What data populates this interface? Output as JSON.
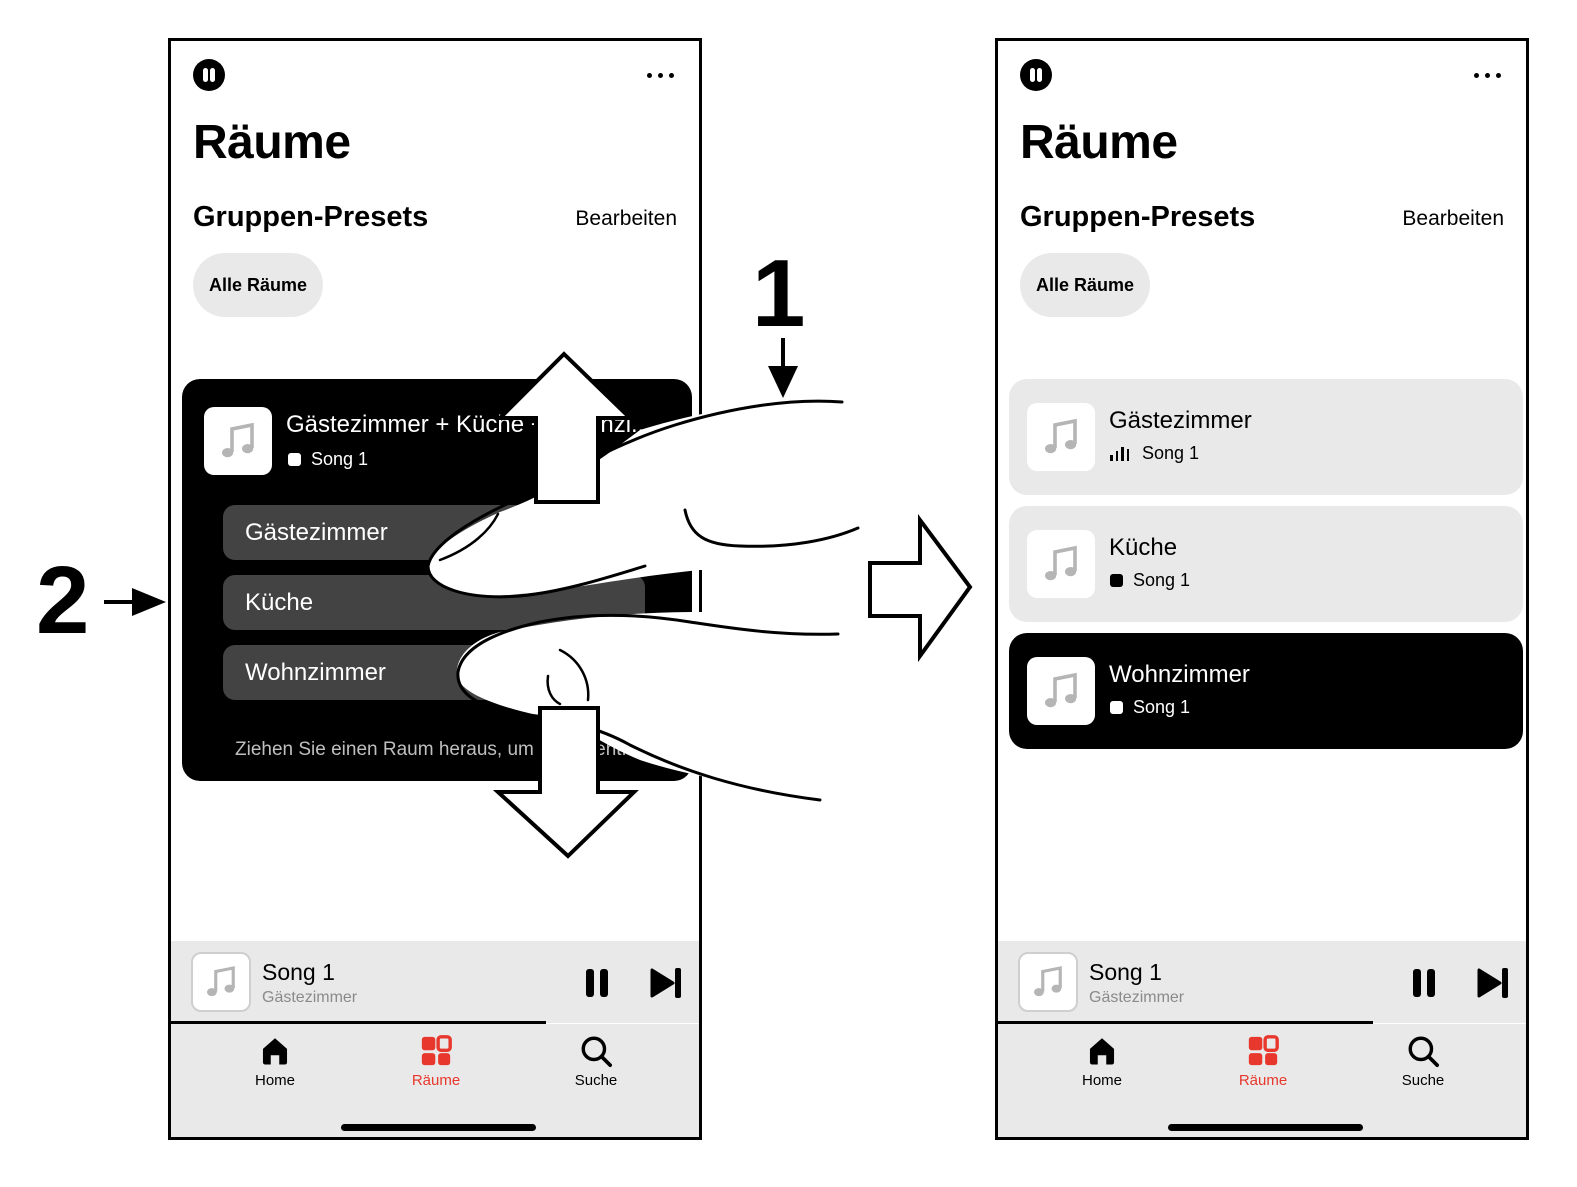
{
  "left_screen": {
    "title": "Räume",
    "section_title": "Gruppen-Presets",
    "edit_label": "Bearbeiten",
    "preset_chip": "Alle Räume",
    "group": {
      "name": "Gästezimmer + Küche + Wohnzi...",
      "status": "Song 1",
      "members": [
        "Gästezimmer",
        "Küche",
        "Wohnzimmer"
      ],
      "hint": "Ziehen Sie einen Raum heraus, um ihn zu entfernen"
    },
    "now_playing": {
      "title": "Song 1",
      "room": "Gästezimmer",
      "progress_fraction": 0.71
    },
    "tabs": [
      {
        "label": "Home",
        "icon": "home-icon"
      },
      {
        "label": "Räume",
        "icon": "rooms-icon",
        "active": true
      },
      {
        "label": "Suche",
        "icon": "search-icon"
      }
    ]
  },
  "right_screen": {
    "title": "Räume",
    "section_title": "Gruppen-Presets",
    "edit_label": "Bearbeiten",
    "preset_chip": "Alle Räume",
    "rooms": [
      {
        "name": "Gästezimmer",
        "status": "Song 1",
        "status_icon": "playing-bars-icon"
      },
      {
        "name": "Küche",
        "status": "Song 1",
        "status_icon": "stop-icon"
      },
      {
        "name": "Wohnzimmer",
        "status": "Song 1",
        "status_icon": "stop-icon",
        "selected": true
      }
    ],
    "now_playing": {
      "title": "Song 1",
      "room": "Gästezimmer",
      "progress_fraction": 0.71
    },
    "tabs": [
      {
        "label": "Home",
        "icon": "home-icon"
      },
      {
        "label": "Räume",
        "icon": "rooms-icon",
        "active": true
      },
      {
        "label": "Suche",
        "icon": "search-icon"
      }
    ]
  },
  "annotations": {
    "step_1": "1",
    "step_2": "2"
  },
  "colors": {
    "accent_red": "#e8372c",
    "chip_gray": "#e9e9e9",
    "member_gray": "#434343"
  }
}
